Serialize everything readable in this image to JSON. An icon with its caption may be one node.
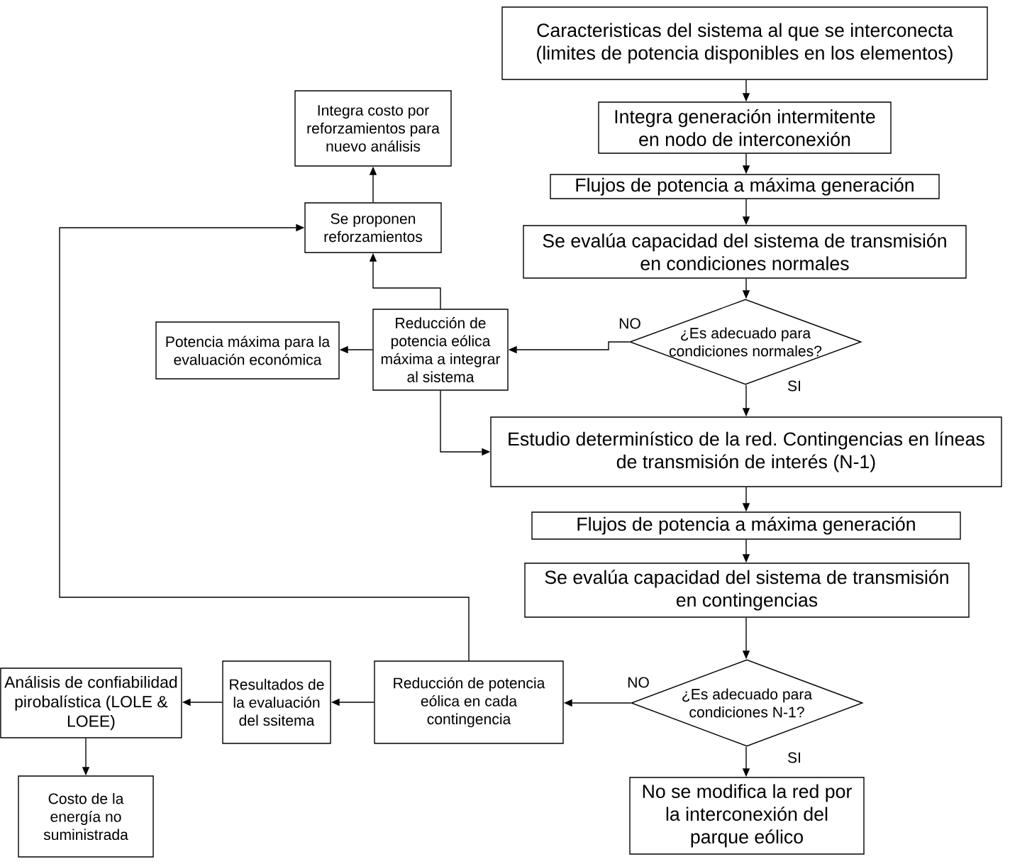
{
  "diagram": {
    "nodes": [
      {
        "text": [
          "Caracteristicas del sistema al que se interconecta (limites de potencia disponibles en los elementos)"
        ]
      },
      {
        "text": [
          "Integra generación intermitente en nodo de interconexión"
        ]
      },
      {
        "text": [
          "Flujos de potencia a máxima generación"
        ]
      },
      {
        "text": [
          "Se evalúa capacidad del sistema de transmisión en condiciones normales"
        ]
      },
      {
        "text": [
          "¿Es adecuado para condiciones normales?"
        ]
      },
      {
        "text": [
          "Reducción de potencia eólica máxima a integrar al sistema"
        ]
      },
      {
        "text": [
          "Potencia máxima para la evaluación económica"
        ]
      },
      {
        "text": [
          "Se proponen reforzamientos"
        ]
      },
      {
        "text": [
          "Integra costo por reforzamientos para nuevo análisis"
        ]
      },
      {
        "text": [
          "Estudio determinístico de la red. Contingencias en líneas de transmisión de interés (N-1)"
        ]
      },
      {
        "text": [
          "Flujos de potencia a máxima generación"
        ]
      },
      {
        "text": [
          "Se evalúa capacidad del sistema de transmisión en contingencias"
        ]
      },
      {
        "text": [
          "¿Es adecuado para condiciones N-1?"
        ]
      },
      {
        "text": [
          "Reducción de potencia eólica en cada contingencia"
        ]
      },
      {
        "text": [
          "Resultados de la evaluación del ssitema"
        ]
      },
      {
        "text": [
          "Análisis de confiabilidad pirobalística (LOLE & LOEE)"
        ]
      },
      {
        "text": [
          "Costo de la energía no suministrada"
        ]
      },
      {
        "text": [
          "No se modifica la red por la interconexión del parque eólico"
        ]
      }
    ],
    "edges": [
      {
        "from": 0,
        "to": 1,
        "arrow": "to"
      },
      {
        "from": 1,
        "to": 2,
        "arrow": "to"
      },
      {
        "from": 2,
        "to": 3,
        "arrow": "to"
      },
      {
        "from": 3,
        "to": 4,
        "arrow": "to"
      },
      {
        "from": 4,
        "to": 5,
        "arrow": "to",
        "label": "NO"
      },
      {
        "from": 4,
        "to": 9,
        "arrow": "to",
        "label": "SI"
      },
      {
        "from": 5,
        "to": 6,
        "arrow": "to"
      },
      {
        "from": 5,
        "to": 7,
        "arrow": "to"
      },
      {
        "from": 7,
        "to": 8,
        "arrow": "to"
      },
      {
        "from": 5,
        "to": 9,
        "arrow": "to"
      },
      {
        "from": 9,
        "to": 10,
        "arrow": "to"
      },
      {
        "from": 10,
        "to": 11,
        "arrow": "to"
      },
      {
        "from": 11,
        "to": 12,
        "arrow": "to"
      },
      {
        "from": 12,
        "to": 13,
        "arrow": "to",
        "label": "NO"
      },
      {
        "from": 12,
        "to": 17,
        "arrow": "to",
        "label": "SI"
      },
      {
        "from": 13,
        "to": 14,
        "arrow": "to"
      },
      {
        "from": 14,
        "to": 15,
        "arrow": "to"
      },
      {
        "from": 15,
        "to": 16,
        "arrow": "to"
      },
      {
        "from": 13,
        "to": 7,
        "arrow": "to"
      }
    ]
  }
}
